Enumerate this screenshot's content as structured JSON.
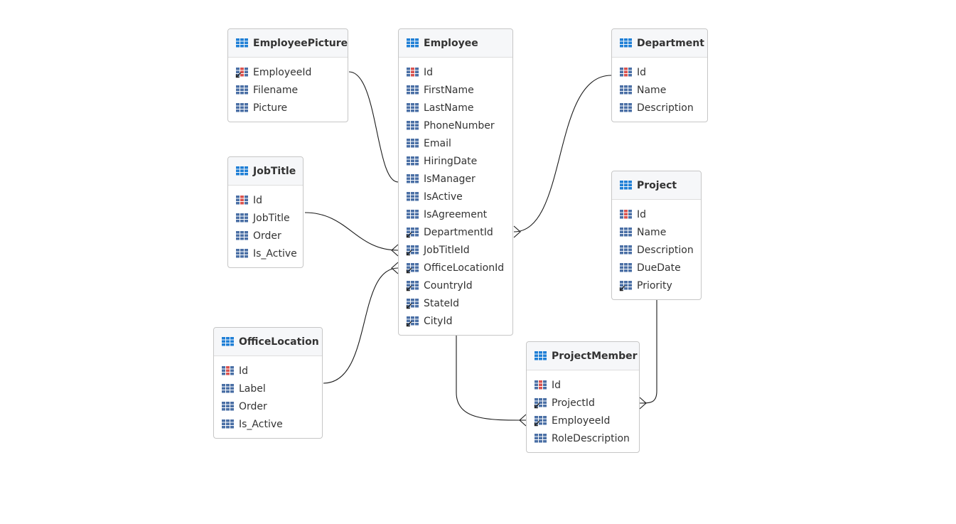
{
  "tables": {
    "EmployeePicture": {
      "title": "EmployeePicture",
      "fields": [
        {
          "name": "EmployeeId",
          "kind": "pk-fk"
        },
        {
          "name": "Filename",
          "kind": "column"
        },
        {
          "name": "Picture",
          "kind": "column"
        }
      ]
    },
    "Employee": {
      "title": "Employee",
      "fields": [
        {
          "name": "Id",
          "kind": "pk"
        },
        {
          "name": "FirstName",
          "kind": "column"
        },
        {
          "name": "LastName",
          "kind": "column"
        },
        {
          "name": "PhoneNumber",
          "kind": "column"
        },
        {
          "name": "Email",
          "kind": "column"
        },
        {
          "name": "HiringDate",
          "kind": "column"
        },
        {
          "name": "IsManager",
          "kind": "column"
        },
        {
          "name": "IsActive",
          "kind": "column"
        },
        {
          "name": "IsAgreement",
          "kind": "column"
        },
        {
          "name": "DepartmentId",
          "kind": "fk"
        },
        {
          "name": "JobTitleId",
          "kind": "fk"
        },
        {
          "name": "OfficeLocationId",
          "kind": "fk"
        },
        {
          "name": "CountryId",
          "kind": "fk"
        },
        {
          "name": "StateId",
          "kind": "fk"
        },
        {
          "name": "CityId",
          "kind": "fk"
        }
      ]
    },
    "Department": {
      "title": "Department",
      "fields": [
        {
          "name": "Id",
          "kind": "pk"
        },
        {
          "name": "Name",
          "kind": "column"
        },
        {
          "name": "Description",
          "kind": "column"
        }
      ]
    },
    "JobTitle": {
      "title": "JobTitle",
      "fields": [
        {
          "name": "Id",
          "kind": "pk"
        },
        {
          "name": "JobTitle",
          "kind": "column"
        },
        {
          "name": "Order",
          "kind": "column"
        },
        {
          "name": "Is_Active",
          "kind": "column"
        }
      ]
    },
    "Project": {
      "title": "Project",
      "fields": [
        {
          "name": "Id",
          "kind": "pk"
        },
        {
          "name": "Name",
          "kind": "column"
        },
        {
          "name": "Description",
          "kind": "column"
        },
        {
          "name": "DueDate",
          "kind": "column"
        },
        {
          "name": "Priority",
          "kind": "fk"
        }
      ]
    },
    "OfficeLocation": {
      "title": "OfficeLocation",
      "fields": [
        {
          "name": "Id",
          "kind": "pk"
        },
        {
          "name": "Label",
          "kind": "column"
        },
        {
          "name": "Order",
          "kind": "column"
        },
        {
          "name": "Is_Active",
          "kind": "column"
        }
      ]
    },
    "ProjectMember": {
      "title": "ProjectMember",
      "fields": [
        {
          "name": "Id",
          "kind": "pk"
        },
        {
          "name": "ProjectId",
          "kind": "fk"
        },
        {
          "name": "EmployeeId",
          "kind": "fk"
        },
        {
          "name": "RoleDescription",
          "kind": "column"
        }
      ]
    }
  },
  "relationships": [
    {
      "from": "EmployeePicture.EmployeeId",
      "to": "Employee.IsManager",
      "end": "one"
    },
    {
      "from": "JobTitle.JobTitle",
      "to": "Employee.JobTitleId",
      "end": "many"
    },
    {
      "from": "OfficeLocation.Label",
      "to": "Employee.OfficeLocationId",
      "end": "many"
    },
    {
      "from": "Department.Id",
      "to": "Employee.DepartmentId",
      "end": "many"
    },
    {
      "from": "Employee",
      "to": "ProjectMember.EmployeeId",
      "end": "many"
    },
    {
      "from": "Project",
      "to": "ProjectMember.ProjectId",
      "end": "many"
    }
  ],
  "colors": {
    "table_icon": "#1f7fd6",
    "pk_icon": "#d9534f",
    "column_icon": "#4a6fa5",
    "header_bg": "#f6f7f9",
    "border": "#c6c6c6",
    "line": "#1a1a1a"
  },
  "icons": {
    "table": "table-grid-icon",
    "pk": "primary-key-column-icon",
    "column": "column-icon",
    "fk": "foreign-key-column-icon"
  }
}
